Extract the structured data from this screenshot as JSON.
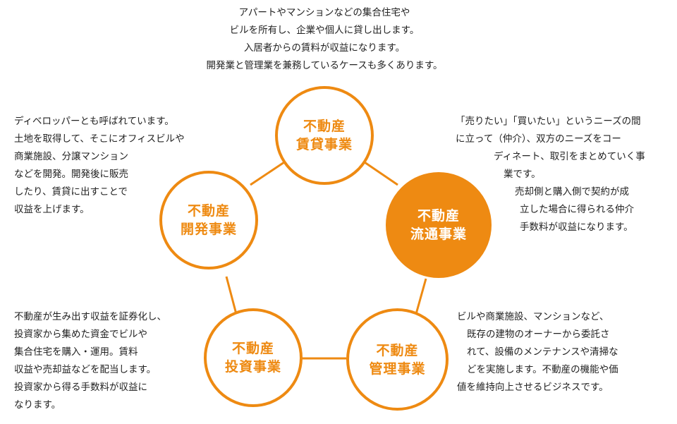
{
  "colors": {
    "accent": "#ee8a12",
    "text": "#222222",
    "background": "#ffffff"
  },
  "nodes": {
    "chintai": {
      "line1": "不動産",
      "line2": "賃貸事業"
    },
    "kaihatsu": {
      "line1": "不動産",
      "line2": "開発事業"
    },
    "ryutsu": {
      "line1": "不動産",
      "line2": "流通事業"
    },
    "toshi": {
      "line1": "不動産",
      "line2": "投資事業"
    },
    "kanri": {
      "line1": "不動産",
      "line2": "管理事業"
    }
  },
  "descriptions": {
    "chintai": [
      "アパートやマンションなどの集合住宅や",
      "ビルを所有し、企業や個人に貸し出します。",
      "入居者からの賃料が収益になります。",
      "開発業と管理業を兼務しているケースも多くあります。"
    ],
    "kaihatsu": [
      "ディベロッパーとも呼ばれています。",
      "土地を取得して、そこにオフィスビルや",
      "商業施設、分譲マンション",
      "などを開発。開発後に販売",
      "したり、賃貸に出すことで",
      "収益を上げます。"
    ],
    "ryutsu": [
      "「売りたい」「買いたい」というニーズの間",
      "に立って（仲介）、双方のニーズをコー",
      "ディネート、取引をまとめていく事",
      "業です。",
      "売却側と購入側で契約が成",
      "立した場合に得られる仲介",
      "手数料が収益になります。"
    ],
    "toshi": [
      "不動産が生み出す収益を証券化し、",
      "投資家から集めた資金でビルや",
      "集合住宅を購入・運用。賃料",
      "収益や売却益などを配当します。",
      "投資家から得る手数料が収益に",
      "なります。"
    ],
    "kanri": [
      "ビルや商業施設、マンションなど、",
      "既存の建物のオーナーから委託さ",
      "れて、設備のメンテナンスや清掃な",
      "どを実施します。不動産の機能や価",
      "値を維持向上させるビジネスです。"
    ]
  }
}
